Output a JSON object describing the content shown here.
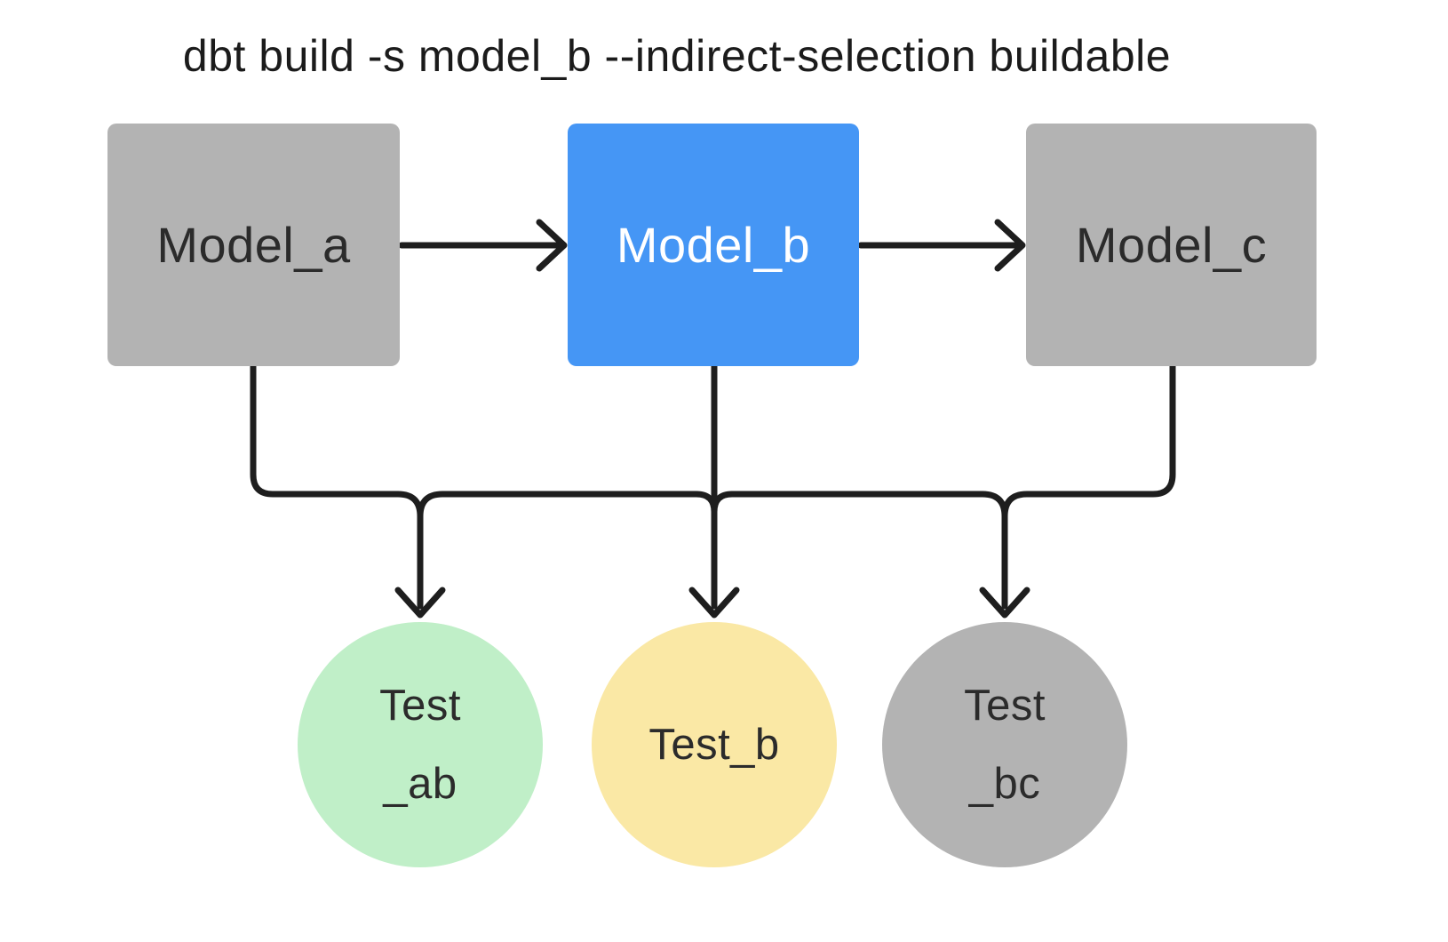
{
  "title": "dbt build -s model_b --indirect-selection buildable",
  "colors": {
    "background": "#ffffff",
    "line": "#1e1e1e",
    "node_gray": "#b3b3b3",
    "node_selected_blue": "#4596f5",
    "test_green": "#c0efc8",
    "test_yellow": "#fae8a5",
    "test_gray": "#b3b3b3",
    "text_dark": "#2b2b2b",
    "text_light": "#ffffff",
    "title_color": "#1b1b1b"
  },
  "nodes": {
    "models": [
      {
        "id": "model_a",
        "label": "Model_a",
        "fill": "#b3b3b3",
        "text_color": "#2b2b2b",
        "selected": false
      },
      {
        "id": "model_b",
        "label": "Model_b",
        "fill": "#4596f5",
        "text_color": "#ffffff",
        "selected": true
      },
      {
        "id": "model_c",
        "label": "Model_c",
        "fill": "#b3b3b3",
        "text_color": "#2b2b2b",
        "selected": false
      }
    ],
    "tests": [
      {
        "id": "test_ab",
        "lines": [
          "Test",
          "_ab"
        ],
        "fill": "#c0efc8",
        "text_color": "#2b2b2b"
      },
      {
        "id": "test_b",
        "lines": [
          "Test_b"
        ],
        "fill": "#fae8a5",
        "text_color": "#2b2b2b"
      },
      {
        "id": "test_bc",
        "lines": [
          "Test",
          "_bc"
        ],
        "fill": "#b3b3b3",
        "text_color": "#2b2b2b"
      }
    ]
  },
  "edges": {
    "model_flow": [
      {
        "from": "Model_a",
        "to": "Model_b"
      },
      {
        "from": "Model_b",
        "to": "Model_c"
      }
    ],
    "test_fanout": {
      "sources": [
        "Model_a",
        "Model_b",
        "Model_c"
      ],
      "targets": [
        "Test_ab",
        "Test_b",
        "Test_bc"
      ]
    }
  }
}
